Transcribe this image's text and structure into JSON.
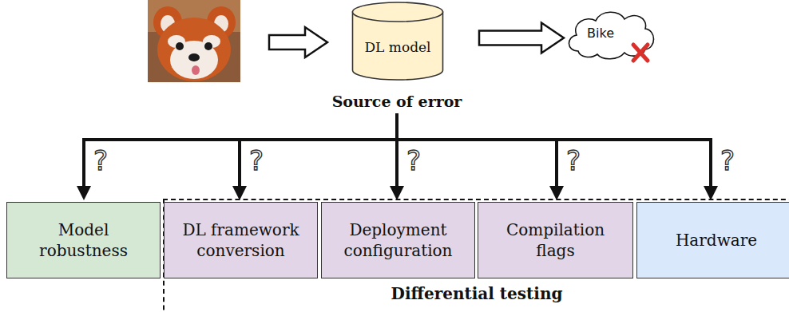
{
  "diagram": {
    "nodes": [
      {
        "text": [
          "DL model"
        ]
      },
      {
        "text": [
          "Bike"
        ]
      },
      {
        "text": [
          "Model robustness"
        ]
      },
      {
        "text": [
          "Differential testing"
        ]
      },
      {
        "text": [
          "DL framework conversion"
        ],
        "in": 3
      },
      {
        "text": [
          "Deployment configuration"
        ],
        "in": 3
      },
      {
        "text": [
          "Compilation flags"
        ],
        "in": 3
      },
      {
        "text": [
          "Hardware"
        ],
        "in": 3
      }
    ],
    "edges": [
      {
        "from": 0,
        "to": 1,
        "arrow": "to"
      }
    ],
    "labels": [
      "Source of error",
      "?",
      "?",
      "?",
      "?",
      "?"
    ]
  }
}
